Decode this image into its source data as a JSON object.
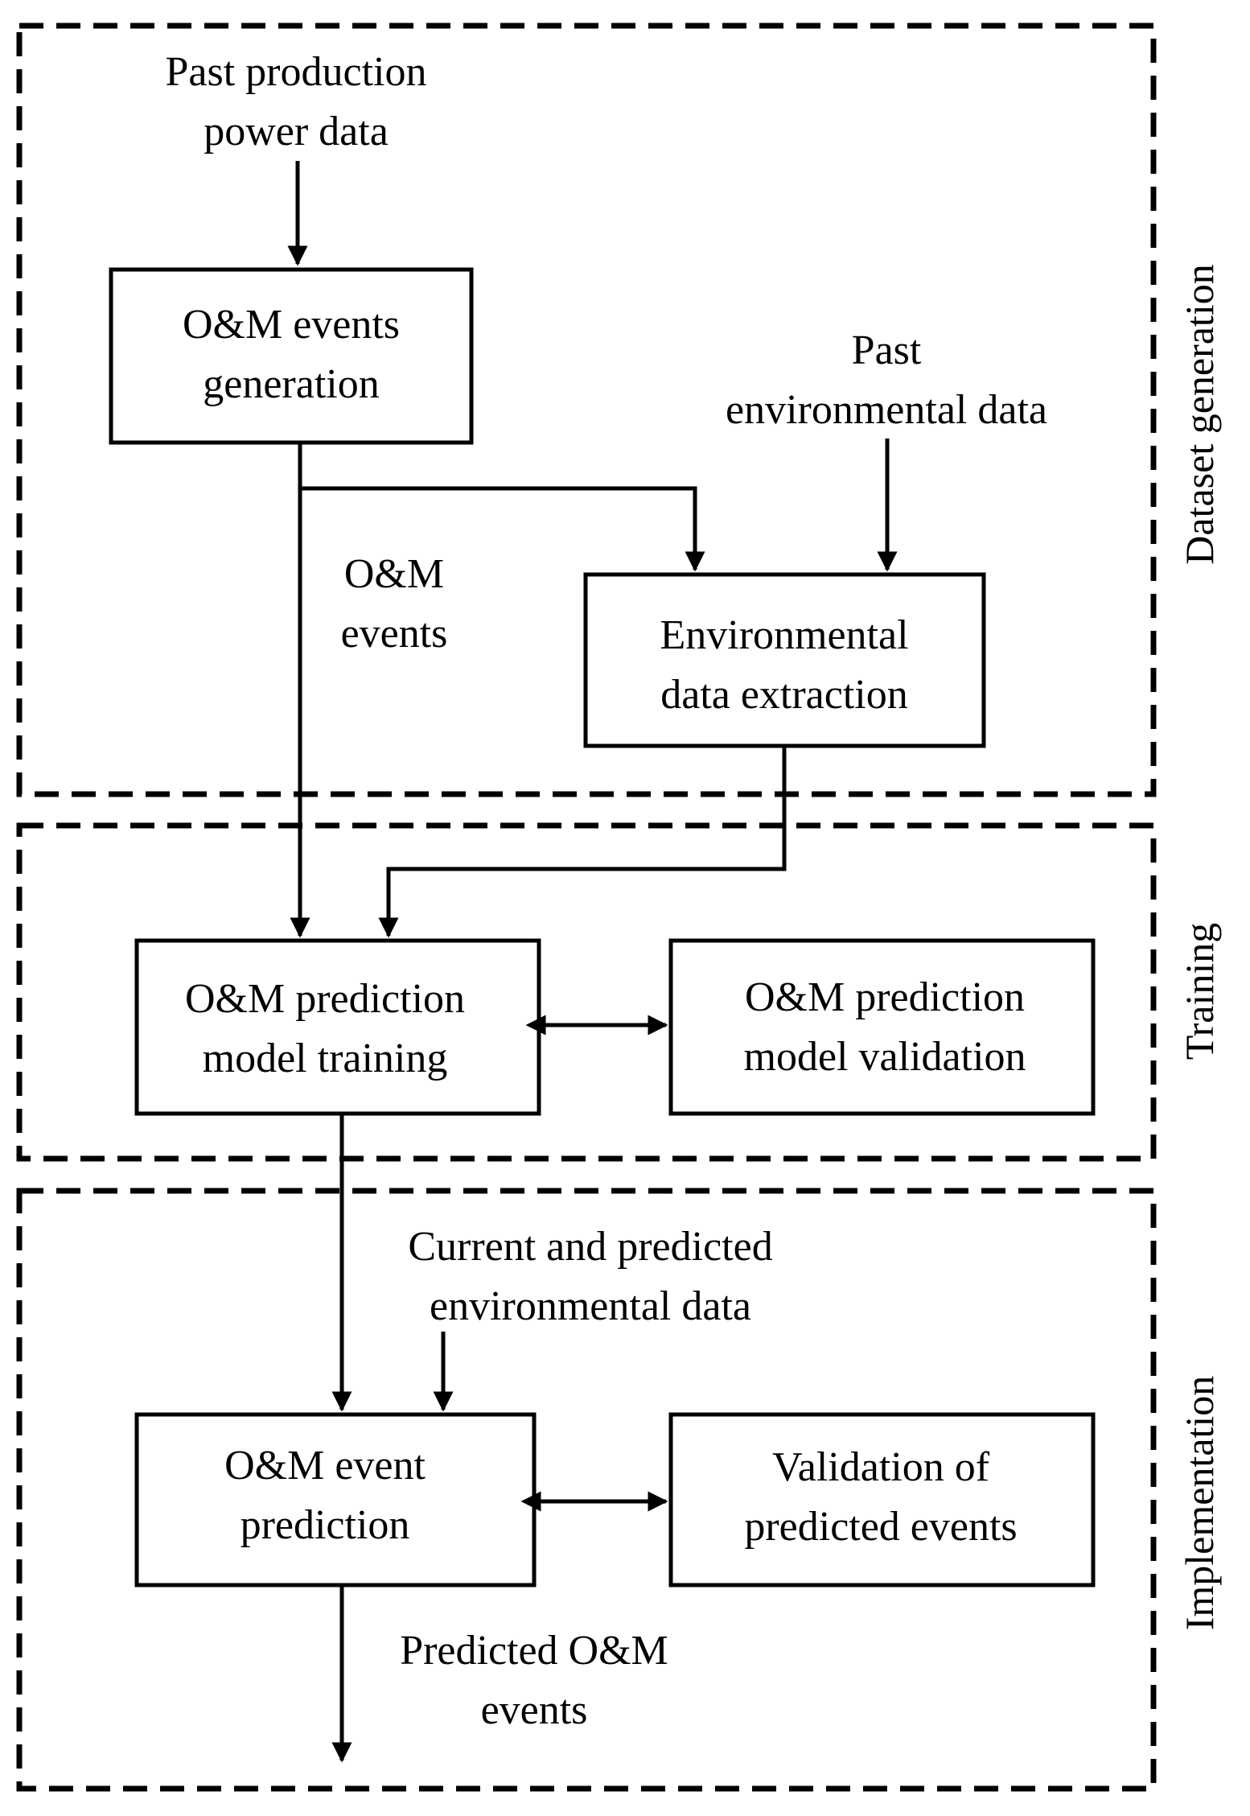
{
  "sections": {
    "dataset_generation": "Dataset generation",
    "training": "Training",
    "implementation": "Implementation"
  },
  "inputs": {
    "past_power": [
      "Past production",
      "power data"
    ],
    "past_env": [
      "Past",
      "environmental data"
    ],
    "current_env": [
      "Current and predicted",
      "environmental data"
    ]
  },
  "boxes": {
    "om_generation": [
      "O&M events",
      "generation"
    ],
    "env_extraction": [
      "Environmental",
      "data extraction"
    ],
    "model_training": [
      "O&M prediction",
      "model training"
    ],
    "model_validation": [
      "O&M prediction",
      "model validation"
    ],
    "event_prediction": [
      "O&M event",
      "prediction"
    ],
    "validation_predicted": [
      "Validation of",
      "predicted events"
    ]
  },
  "edge_labels": {
    "om_events": [
      "O&M",
      "events"
    ],
    "predicted_events": [
      "Predicted O&M",
      "events"
    ]
  }
}
